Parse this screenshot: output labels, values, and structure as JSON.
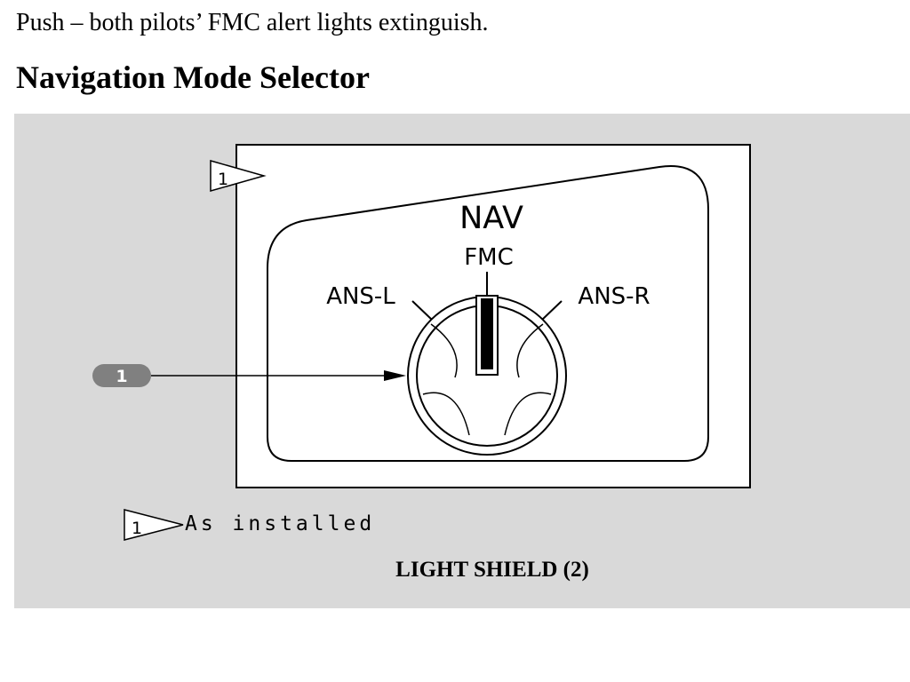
{
  "intro_text": "Push – both pilots’ FMC alert lights extinguish.",
  "section_heading": "Navigation Mode Selector",
  "panel": {
    "title": "NAV",
    "positions": {
      "center": "FMC",
      "left": "ANS-L",
      "right": "ANS-R"
    }
  },
  "callout_number": "1",
  "note_flag_number": "1",
  "note_text": "As installed",
  "caption": "LIGHT SHIELD (2)"
}
